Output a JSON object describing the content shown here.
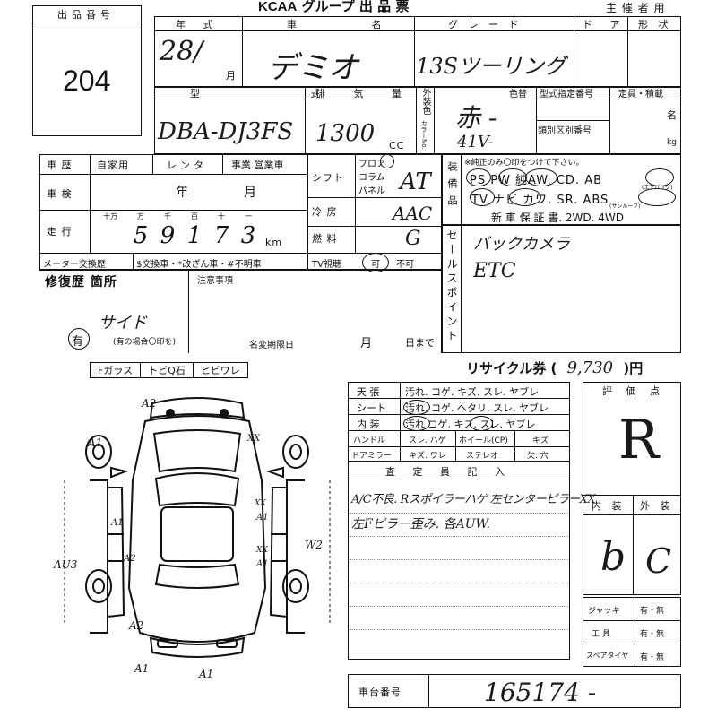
{
  "header": {
    "lot_label": "出品番号",
    "lot_number": "204",
    "brand": "KCAA",
    "sheet_title": "グループ 出 品 票",
    "organizer": "主 催 者 用"
  },
  "row1": {
    "year_label": "年 式",
    "model_label": "車 名",
    "grade_label": "グ レ ー ド",
    "door_label": "ド ア",
    "shape_label": "形 状",
    "year_value": "28/",
    "month_unit": "月",
    "car_name": "デミオ",
    "grade_value": "13Sツーリング"
  },
  "row2": {
    "type_label": "型 式",
    "displacement_label": "排 気 量",
    "color_label": "外装色",
    "color_no_label": "カラーNo.",
    "color_change_label": "色替",
    "type_spec_label": "型式指定番号",
    "category_label": "類別区別番号",
    "capacity_label": "定員・積載",
    "persons_unit": "名",
    "kg_unit": "kg",
    "type_value": "DBA-DJ3FS",
    "displacement_value": "1300",
    "cc_unit": "CC",
    "color_value": "赤 -",
    "color_no_value": "41V-"
  },
  "history": {
    "history_label": "車 歴",
    "private_label": "自家用",
    "rental_label": "レンタ",
    "business_label": "事業.営業車",
    "inspection_label": "車 検",
    "year_unit": "年",
    "month_unit": "月",
    "mileage_label": "走 行",
    "digit_labels": [
      "十万",
      "万",
      "千",
      "百",
      "十",
      "一"
    ],
    "mileage_digits": [
      "5",
      "9",
      "1",
      "7",
      "3"
    ],
    "km_unit": "km",
    "meter_label": "メーター交換歴",
    "meter_options": "$交換車・*改ざん車・#不明車"
  },
  "mid": {
    "shift_label": "シフト",
    "shift_opts": [
      "フロア",
      "コラム",
      "パネル"
    ],
    "shift_value": "AT",
    "ac_label": "冷 房",
    "ac_value": "AAC",
    "fuel_label": "燃 料",
    "fuel_value": "G",
    "tv_label": "TV視聴",
    "tv_yes": "可",
    "tv_no": "不可"
  },
  "equipment": {
    "label": "装備品",
    "note": "※純正のみ〇印をつけて下さい。",
    "items_row1": "PS PW 純AW. CD. AB",
    "airbag_small": "(エアバッグ)",
    "items_row2": "TV ナビ カワ. SR. ABS",
    "sunroof_small": "(サンルーフ)",
    "items_row3": "新 車 保 証 書. 2WD. 4WD"
  },
  "sales_point": {
    "label": "セールスポイント",
    "line1": "バックカメラ",
    "line2": "ETC"
  },
  "repair": {
    "label": "修復歴 箇所",
    "mark": "有",
    "value": "サイド",
    "note": "(有の場合〇印を)"
  },
  "notes": {
    "label": "注意事項",
    "deadline_label": "名変期限日",
    "month_unit": "月",
    "day_unit": "日まで"
  },
  "glass": {
    "cells": [
      "Fガラス",
      "トビQ石",
      "ヒビワレ"
    ]
  },
  "recycle": {
    "label": "リサイクル券",
    "value": "9,730",
    "unit": ")円",
    "open_paren": "("
  },
  "interior": {
    "rows": [
      {
        "name": "天 張",
        "items": "汚れ. コゲ. キズ. スレ. ヤブレ"
      },
      {
        "name": "シート",
        "items": "汚れ. コゲ. ヘタリ. スレ. ヤブレ"
      },
      {
        "name": "内 装",
        "items": "汚れ コゲ. キズ. スレ. ヤブレ"
      }
    ],
    "handle_label": "ハンドル",
    "handle_items": "スレ. ハゲ",
    "wheel_label": "ホイール(CP)",
    "wheel_items": "キズ",
    "mirror_label": "ドアミラー",
    "mirror_items": "キズ. ワレ",
    "stereo_label": "ステレオ",
    "stereo_items": "欠. 穴"
  },
  "inspector": {
    "label": "査 定 員 記 入",
    "line1": "A/C不良. Rスポイラーハゲ 左センターピラーXX",
    "line2": "左Fピラー歪み. 各AUW."
  },
  "grade": {
    "label": "評 価 点",
    "value": "R",
    "interior_label": "内 装",
    "exterior_label": "外 装",
    "interior_value": "b",
    "exterior_value": "C"
  },
  "tools": {
    "rows": [
      {
        "name": "ジャッキ",
        "value": "有・無"
      },
      {
        "name": "工 具",
        "value": "有・無"
      },
      {
        "name": "スペアタイヤ",
        "value": "有・無"
      }
    ]
  },
  "chassis": {
    "label": "車台番号",
    "value": "165174 -"
  },
  "diagram": {
    "marks": [
      "A2",
      "A1",
      "XX",
      "XX",
      "A1",
      "A1",
      "A2",
      "XX",
      "A1",
      "AU3",
      "A2",
      "A1",
      "A1",
      "W2"
    ]
  }
}
